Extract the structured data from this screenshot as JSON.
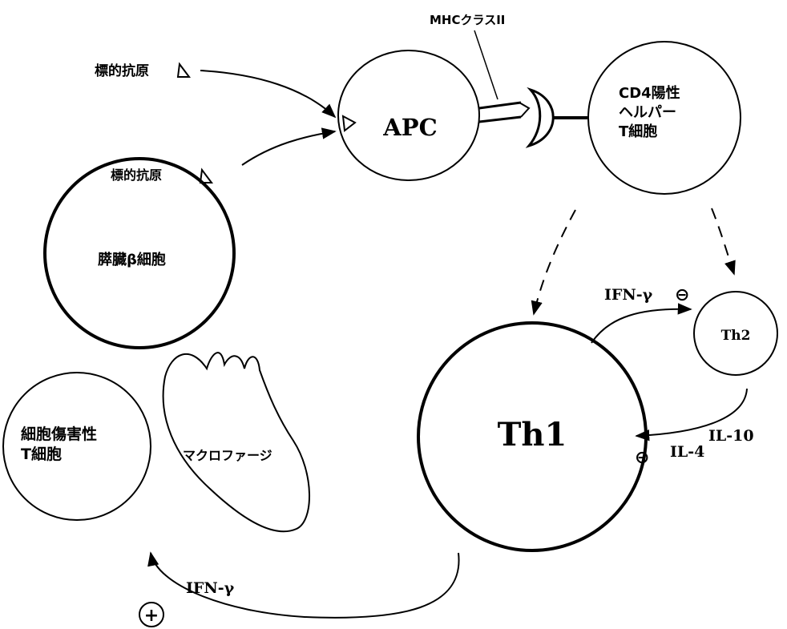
{
  "labels": {
    "antigen_top": "標的抗原",
    "antigen_in_beta": "標的抗原",
    "apc": "APC",
    "mhc": "MHCクラスII",
    "cd4_line1": "CD4陽性",
    "cd4_line2": "ヘルパー",
    "cd4_line3": "T細胞",
    "beta_cell": "膵臓β細胞",
    "th1": "Th1",
    "th2": "Th2",
    "ifn_top": "IFN-γ",
    "ifn_bottom": "IFN-γ",
    "il10": "IL-10",
    "il4": "IL-4",
    "ctl_line1": "細胞傷害性",
    "ctl_line2": "T細胞",
    "macrophage": "マクロファージ",
    "minus": "⊖",
    "plus": "+"
  }
}
